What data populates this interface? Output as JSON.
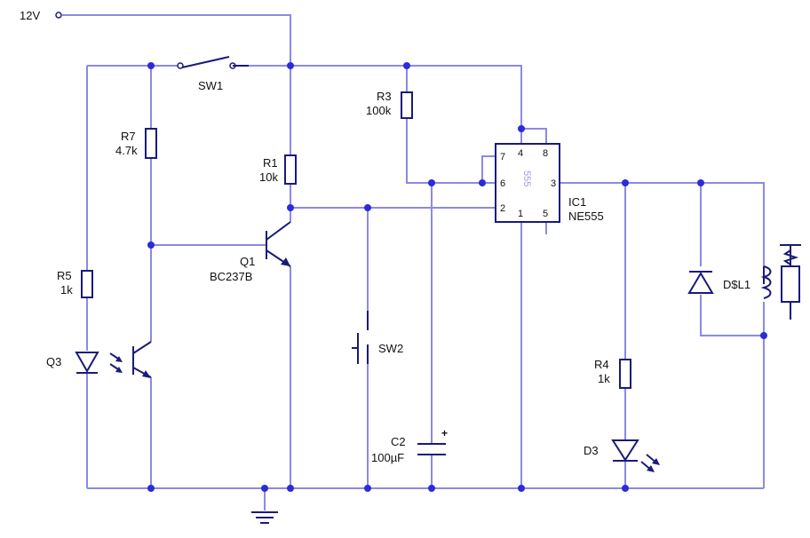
{
  "supply": {
    "label": "12V"
  },
  "switches": [
    {
      "ref": "SW1"
    },
    {
      "ref": "SW2"
    }
  ],
  "resistors": [
    {
      "ref": "R1",
      "value": "10k"
    },
    {
      "ref": "R3",
      "value": "100k"
    },
    {
      "ref": "R4",
      "value": "1k"
    },
    {
      "ref": "R5",
      "value": "1k"
    },
    {
      "ref": "R7",
      "value": "4.7k"
    }
  ],
  "transistors": [
    {
      "ref": "Q1",
      "value": "BC237B"
    },
    {
      "ref": "Q3"
    }
  ],
  "capacitor": {
    "ref": "C2",
    "value": "100µF",
    "polarity": "+"
  },
  "ic": {
    "ref": "IC1",
    "value": "NE555",
    "body_text": "555",
    "pins": [
      "7",
      "4",
      "8",
      "6",
      "3",
      "2",
      "1",
      "5"
    ]
  },
  "diodes": [
    {
      "ref": "D3"
    }
  ],
  "relay": {
    "ref": "D$L1"
  },
  "colors": {
    "wire": "#8a8ae6",
    "symbol": "#1a1a7a",
    "junction": "#2b2bd9"
  }
}
